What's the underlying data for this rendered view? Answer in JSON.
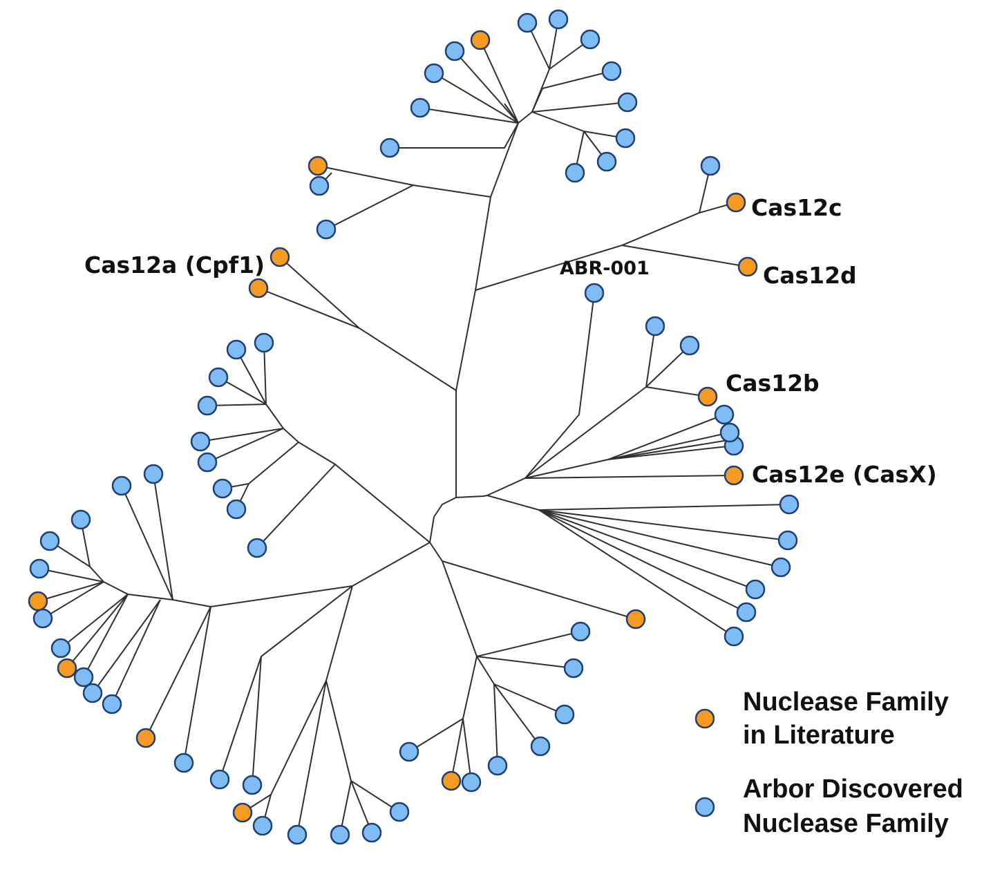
{
  "labels": {
    "cas12a": "Cas12a (Cpf1)",
    "cas12c": "Cas12c",
    "cas12d": "Cas12d",
    "cas12b": "Cas12b",
    "cas12e": "Cas12e (CasX)",
    "abr001": "ABR-001"
  },
  "legend": {
    "literature_line1": "Nuclease Family",
    "literature_line2": "in Literature",
    "arbor_line1": "Arbor Discovered",
    "arbor_line2": "Nuclease Family"
  },
  "colors": {
    "literature": "#f59a23",
    "arbor": "#7ebcf3",
    "outline": "#1f3f73",
    "branch": "#2f2f2f"
  }
}
